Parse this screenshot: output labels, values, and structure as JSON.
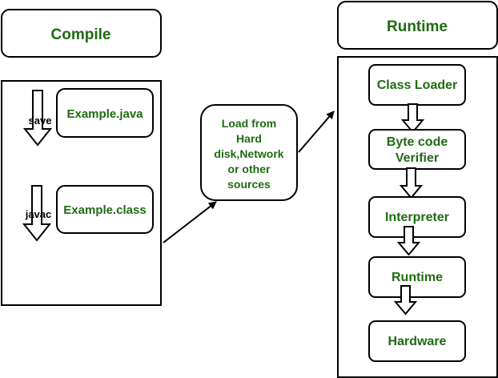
{
  "colors": {
    "label_text": "#1f6b12",
    "stroke": "#000000",
    "background": "#ffffff"
  },
  "compile": {
    "header": "Compile",
    "save_label": "save",
    "source_file": "Example.java",
    "javac_label": "javac",
    "class_file": "Example.class"
  },
  "load": {
    "lines": [
      "Load from",
      "Hard",
      "disk,Network",
      "or other",
      "sources"
    ]
  },
  "runtime": {
    "header": "Runtime",
    "class_loader": "Class Loader",
    "verifier_lines": [
      "Byte code",
      "Verifier"
    ],
    "interpreter": "Interpreter",
    "runtime_box": "Runtime",
    "hardware": "Hardware"
  }
}
